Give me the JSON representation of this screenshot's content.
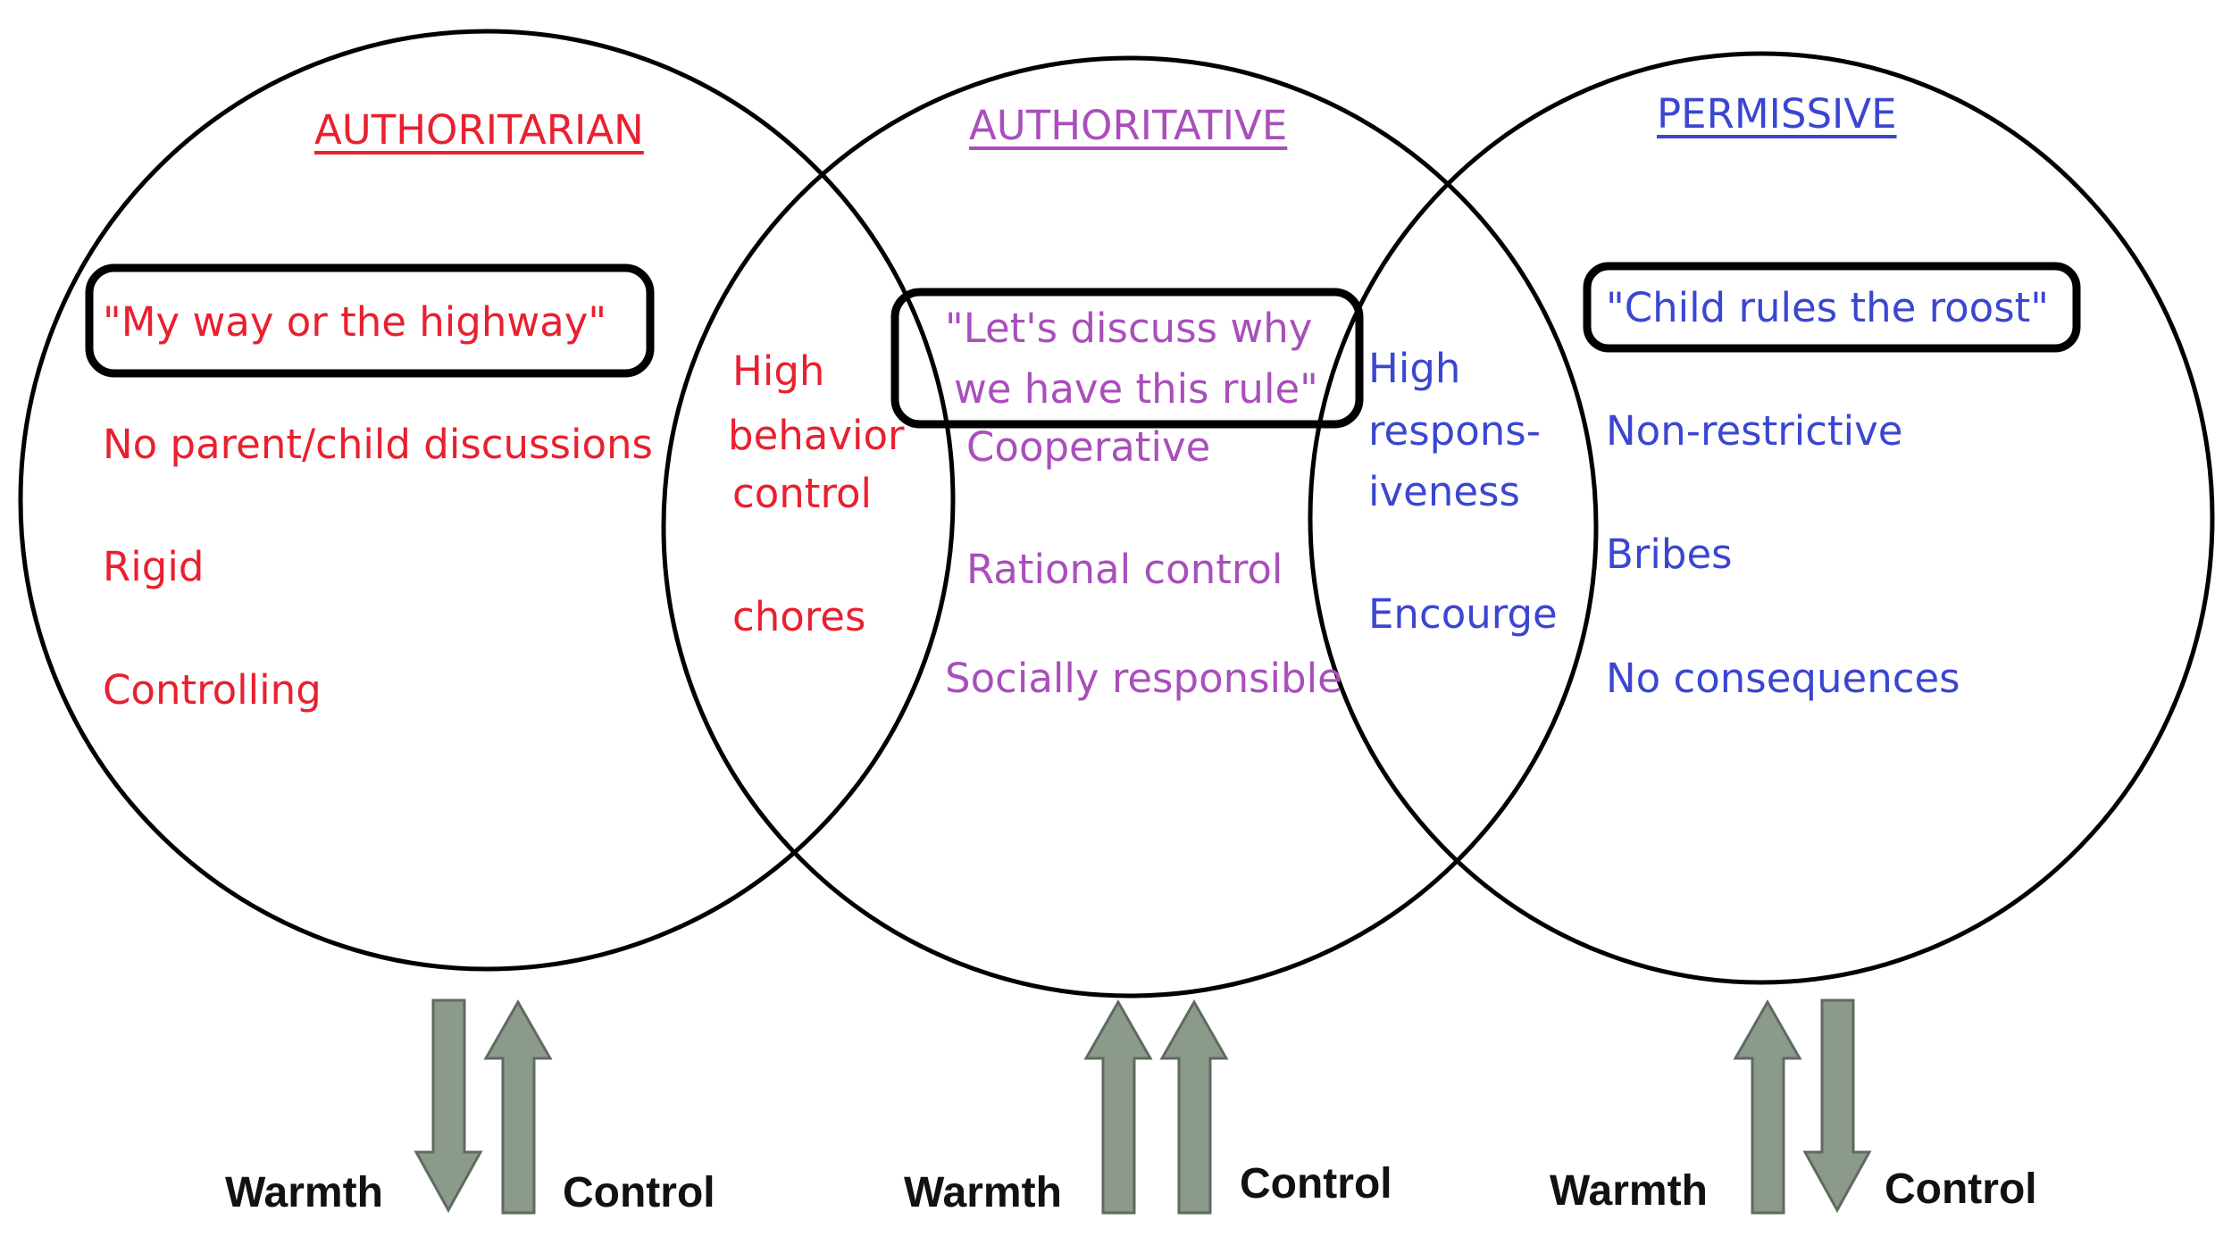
{
  "colors": {
    "authoritarian": "#e8202f",
    "authoritative": "#a94fbb",
    "permissive": "#3b46d0",
    "arrow_fill": "#8c9a8c",
    "outline": "#000000"
  },
  "authoritarian": {
    "title": "AUTHORITARIAN",
    "quote": "\"My way or the highway\"",
    "items": [
      "No parent/child discussions",
      "Rigid",
      "Controlling"
    ]
  },
  "overlap_left": {
    "items": [
      "High",
      "behavior",
      "control",
      "chores"
    ]
  },
  "authoritative": {
    "title": "AUTHORITATIVE",
    "quote_line1": "\"Let's discuss why",
    "quote_line2": "we have this rule\"",
    "items": [
      "Cooperative",
      "Rational control",
      "Socially responsible"
    ]
  },
  "overlap_right": {
    "items": [
      "High",
      "respons-",
      "iveness",
      "Encourge"
    ]
  },
  "permissive": {
    "title": "PERMISSIVE",
    "quote": "\"Child rules the roost\"",
    "items": [
      "Non-restrictive",
      "Bribes",
      "No consequences"
    ]
  },
  "indicators": [
    {
      "warmth_label": "Warmth",
      "control_label": "Control",
      "warmth_direction": "down",
      "control_direction": "up"
    },
    {
      "warmth_label": "Warmth",
      "control_label": "Control",
      "warmth_direction": "up",
      "control_direction": "up"
    },
    {
      "warmth_label": "Warmth",
      "control_label": "Control",
      "warmth_direction": "up",
      "control_direction": "down"
    }
  ]
}
